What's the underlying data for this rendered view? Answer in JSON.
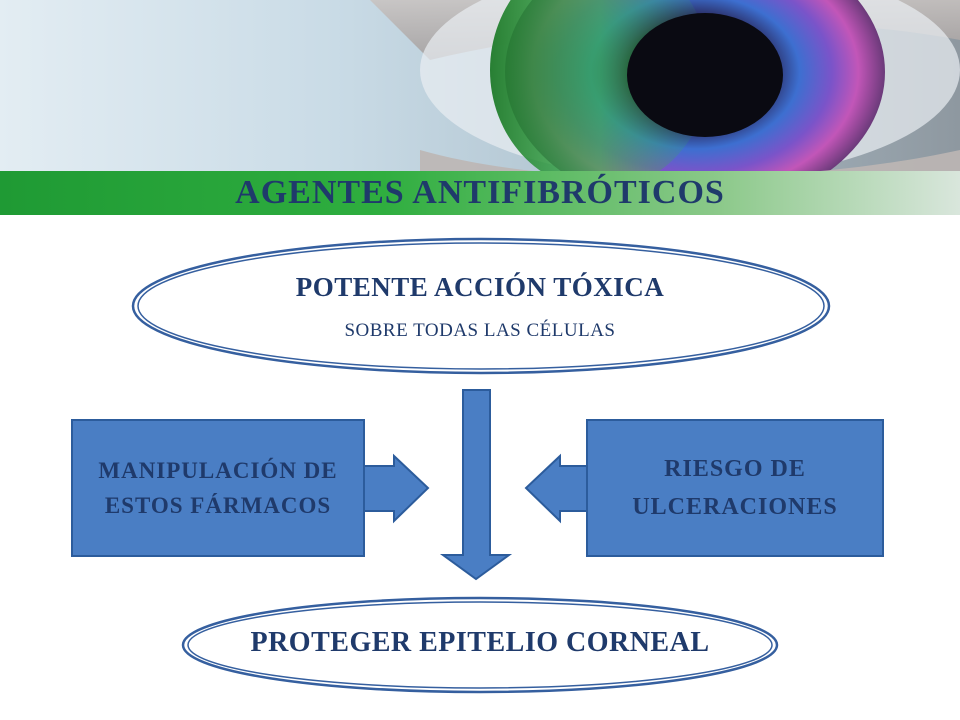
{
  "header": {
    "title": "AGENTES ANTIFIBRÓTICOS"
  },
  "top_ellipse": {
    "line1": "POTENTE ACCIÓN TÓXICA",
    "line2": "SOBRE TODAS LAS CÉLULAS"
  },
  "left_box": {
    "text": "MANIPULACIÓN DE ESTOS FÁRMACOS"
  },
  "right_box": {
    "text": "RIESGO DE ULCERACIONES"
  },
  "bottom_ellipse": {
    "text": "PROTEGER EPITELIO CORNEAL"
  },
  "colors": {
    "title": "#1f3a6b",
    "shape_fill": "#4a7ec4",
    "shape_stroke": "#2c5c9c",
    "ellipse_stroke": "#355f9f",
    "banner_bar": "#2fae3f"
  }
}
